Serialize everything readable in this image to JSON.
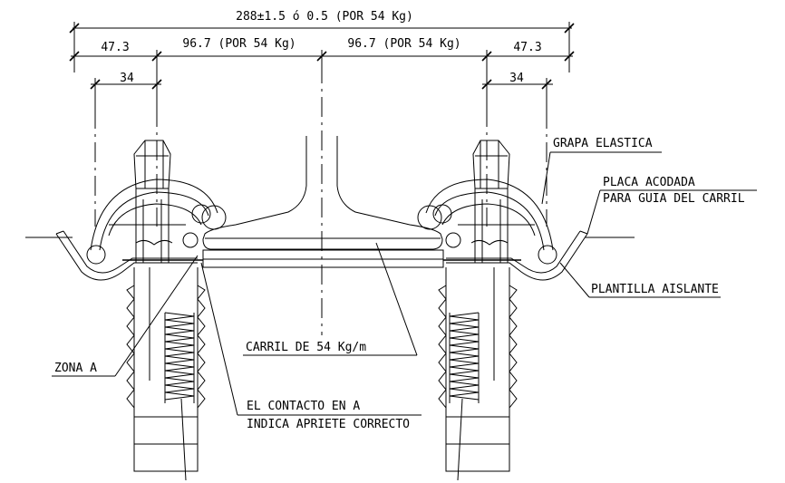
{
  "dimensions": {
    "overall": "288±1.5 ó 0.5 (POR 54 Kg)",
    "left_outer": "47.3",
    "left_inner": "96.7 (POR 54 Kg)",
    "right_inner": "96.7 (POR 54 Kg)",
    "right_outer": "47.3",
    "left_small": "34",
    "right_small": "34"
  },
  "labels": {
    "grapa": "GRAPA ELASTICA",
    "placa_line1": "PLACA ACODADA",
    "placa_line2": "PARA GUIA DEL CARRIL",
    "plantilla": "PLANTILLA AISLANTE",
    "carril": "CARRIL DE 54 Kg/m",
    "zona": "ZONA A",
    "contacto_line1": "EL CONTACTO EN   A",
    "contacto_line2": "INDICA APRIETE CORRECTO"
  }
}
